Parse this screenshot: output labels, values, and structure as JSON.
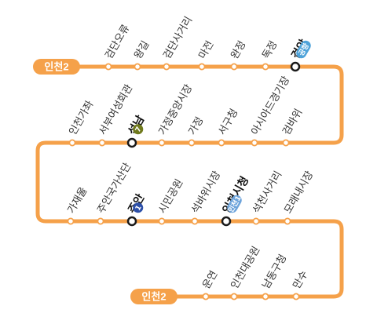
{
  "line": {
    "color": "#F5A14A",
    "terminus_color": "#F5A14A",
    "terminus_top_label": "인천2",
    "terminus_bottom_label": "인천2"
  },
  "rows": [
    {
      "stations": [
        {
          "name": "검단오류",
          "major": false
        },
        {
          "name": "왕길",
          "major": false
        },
        {
          "name": "검단사거리",
          "major": false
        },
        {
          "name": "마전",
          "major": false
        },
        {
          "name": "완정",
          "major": false
        },
        {
          "name": "독정",
          "major": false
        },
        {
          "name": "검암",
          "major": true,
          "transfer": {
            "label": "공항",
            "color": "#4FA3D9"
          }
        }
      ]
    },
    {
      "stations": [
        {
          "name": "인천가좌",
          "major": false
        },
        {
          "name": "서부여성회관",
          "major": false
        },
        {
          "name": "석남",
          "major": true,
          "transfer": {
            "label": "7",
            "color": "#707A1D"
          }
        },
        {
          "name": "가정중앙시장",
          "major": false
        },
        {
          "name": "가정",
          "major": false
        },
        {
          "name": "서구청",
          "major": false
        },
        {
          "name": "아시아드경기장",
          "major": false
        },
        {
          "name": "검바위",
          "major": false
        }
      ]
    },
    {
      "stations": [
        {
          "name": "가재울",
          "major": false
        },
        {
          "name": "주안국가산단",
          "major": false
        },
        {
          "name": "주안",
          "major": true,
          "transfer": {
            "label": "1",
            "color": "#2C4FA8"
          }
        },
        {
          "name": "시민공원",
          "major": false
        },
        {
          "name": "석바위시장",
          "major": false
        },
        {
          "name": "인천시청",
          "major": true,
          "transfer": {
            "label": "인천1",
            "color": "#6EA4DB"
          }
        },
        {
          "name": "석천사거리",
          "major": false
        },
        {
          "name": "모래내시장",
          "major": false
        }
      ]
    },
    {
      "stations": [
        {
          "name": "운연",
          "major": false
        },
        {
          "name": "인천대공원",
          "major": false
        },
        {
          "name": "남동구청",
          "major": false
        },
        {
          "name": "만수",
          "major": false
        }
      ]
    }
  ]
}
